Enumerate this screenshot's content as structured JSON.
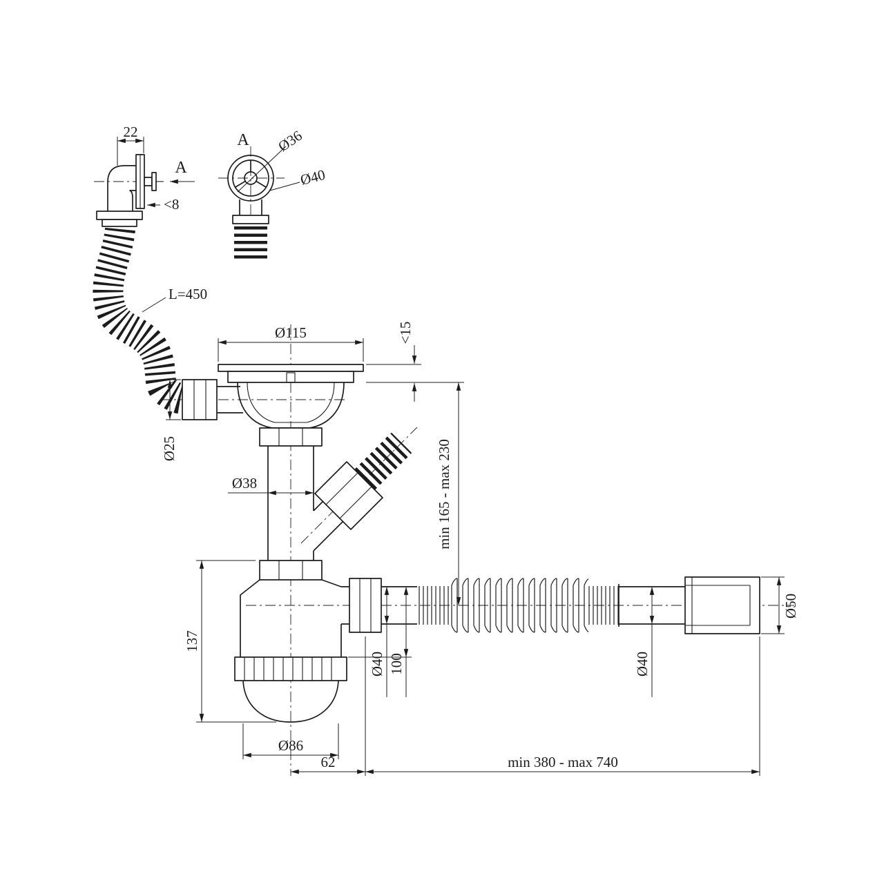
{
  "drawing": {
    "background": "#ffffff",
    "line_color": "#1c1c1c",
    "labels": {
      "elbow_depth": "22",
      "section_arrow": "A",
      "panel_thickness": "<8",
      "section_title": "A",
      "grid_diameter": "Ø36",
      "overflow_elbow_diameter": "Ø40",
      "overflow_hose_length": "L=450",
      "strainer_diameter": "Ø115",
      "flange_height": "<15",
      "overflow_connection_diameter": "Ø25",
      "tailpipe_diameter": "Ø38",
      "installation_height": "min 165 - max 230",
      "body_height": "137",
      "outlet_diameter": "Ø40",
      "outlet_drop": "100",
      "body_diameter": "Ø86",
      "outlet_offset": "62",
      "outlet_length_range": "min 380 - max 740",
      "pipe_end_diameter": "Ø40",
      "sleeve_diameter": "Ø50"
    }
  }
}
